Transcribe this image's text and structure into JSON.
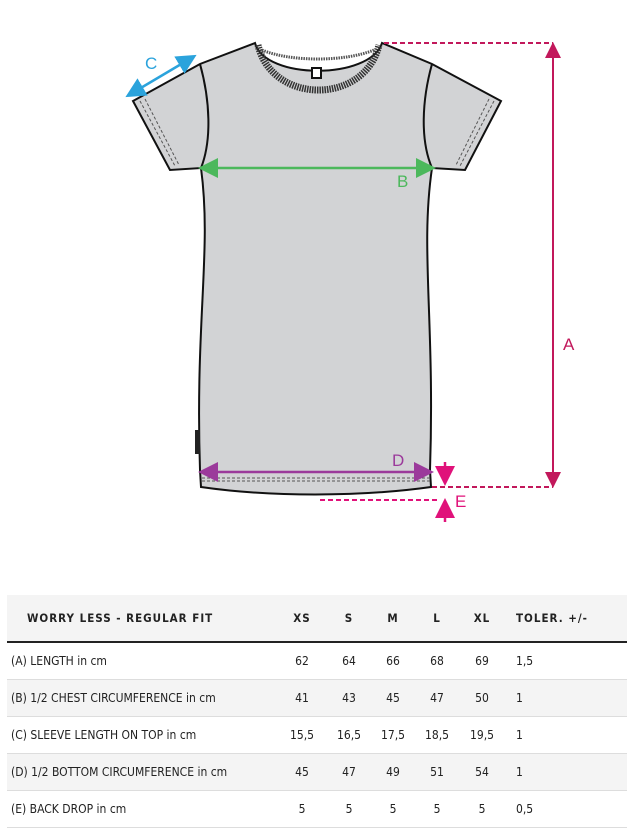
{
  "diagram": {
    "labels": {
      "a": "A",
      "b": "B",
      "c": "C",
      "d": "D",
      "e": "E"
    },
    "colors": {
      "a": "#c2185b",
      "b": "#4cb85c",
      "c": "#2ba3dc",
      "d": "#9b3a9b",
      "e": "#e0127a",
      "shirt": "#d2d3d5"
    }
  },
  "table": {
    "headers": [
      "WORRY LESS - REGULAR FIT",
      "XS",
      "S",
      "M",
      "L",
      "XL",
      "TOLER. +/-"
    ],
    "rows": [
      [
        "(A) LENGTH in cm",
        "62",
        "64",
        "66",
        "68",
        "69",
        "1,5"
      ],
      [
        "(B) 1/2 CHEST CIRCUMFERENCE in cm",
        "41",
        "43",
        "45",
        "47",
        "50",
        "1"
      ],
      [
        "(C) SLEEVE LENGTH ON TOP in cm",
        "15,5",
        "16,5",
        "17,5",
        "18,5",
        "19,5",
        "1"
      ],
      [
        "(D) 1/2 BOTTOM CIRCUMFERENCE in cm",
        "45",
        "47",
        "49",
        "51",
        "54",
        "1"
      ],
      [
        "(E) BACK DROP in cm",
        "5",
        "5",
        "5",
        "5",
        "5",
        "0,5"
      ]
    ]
  }
}
